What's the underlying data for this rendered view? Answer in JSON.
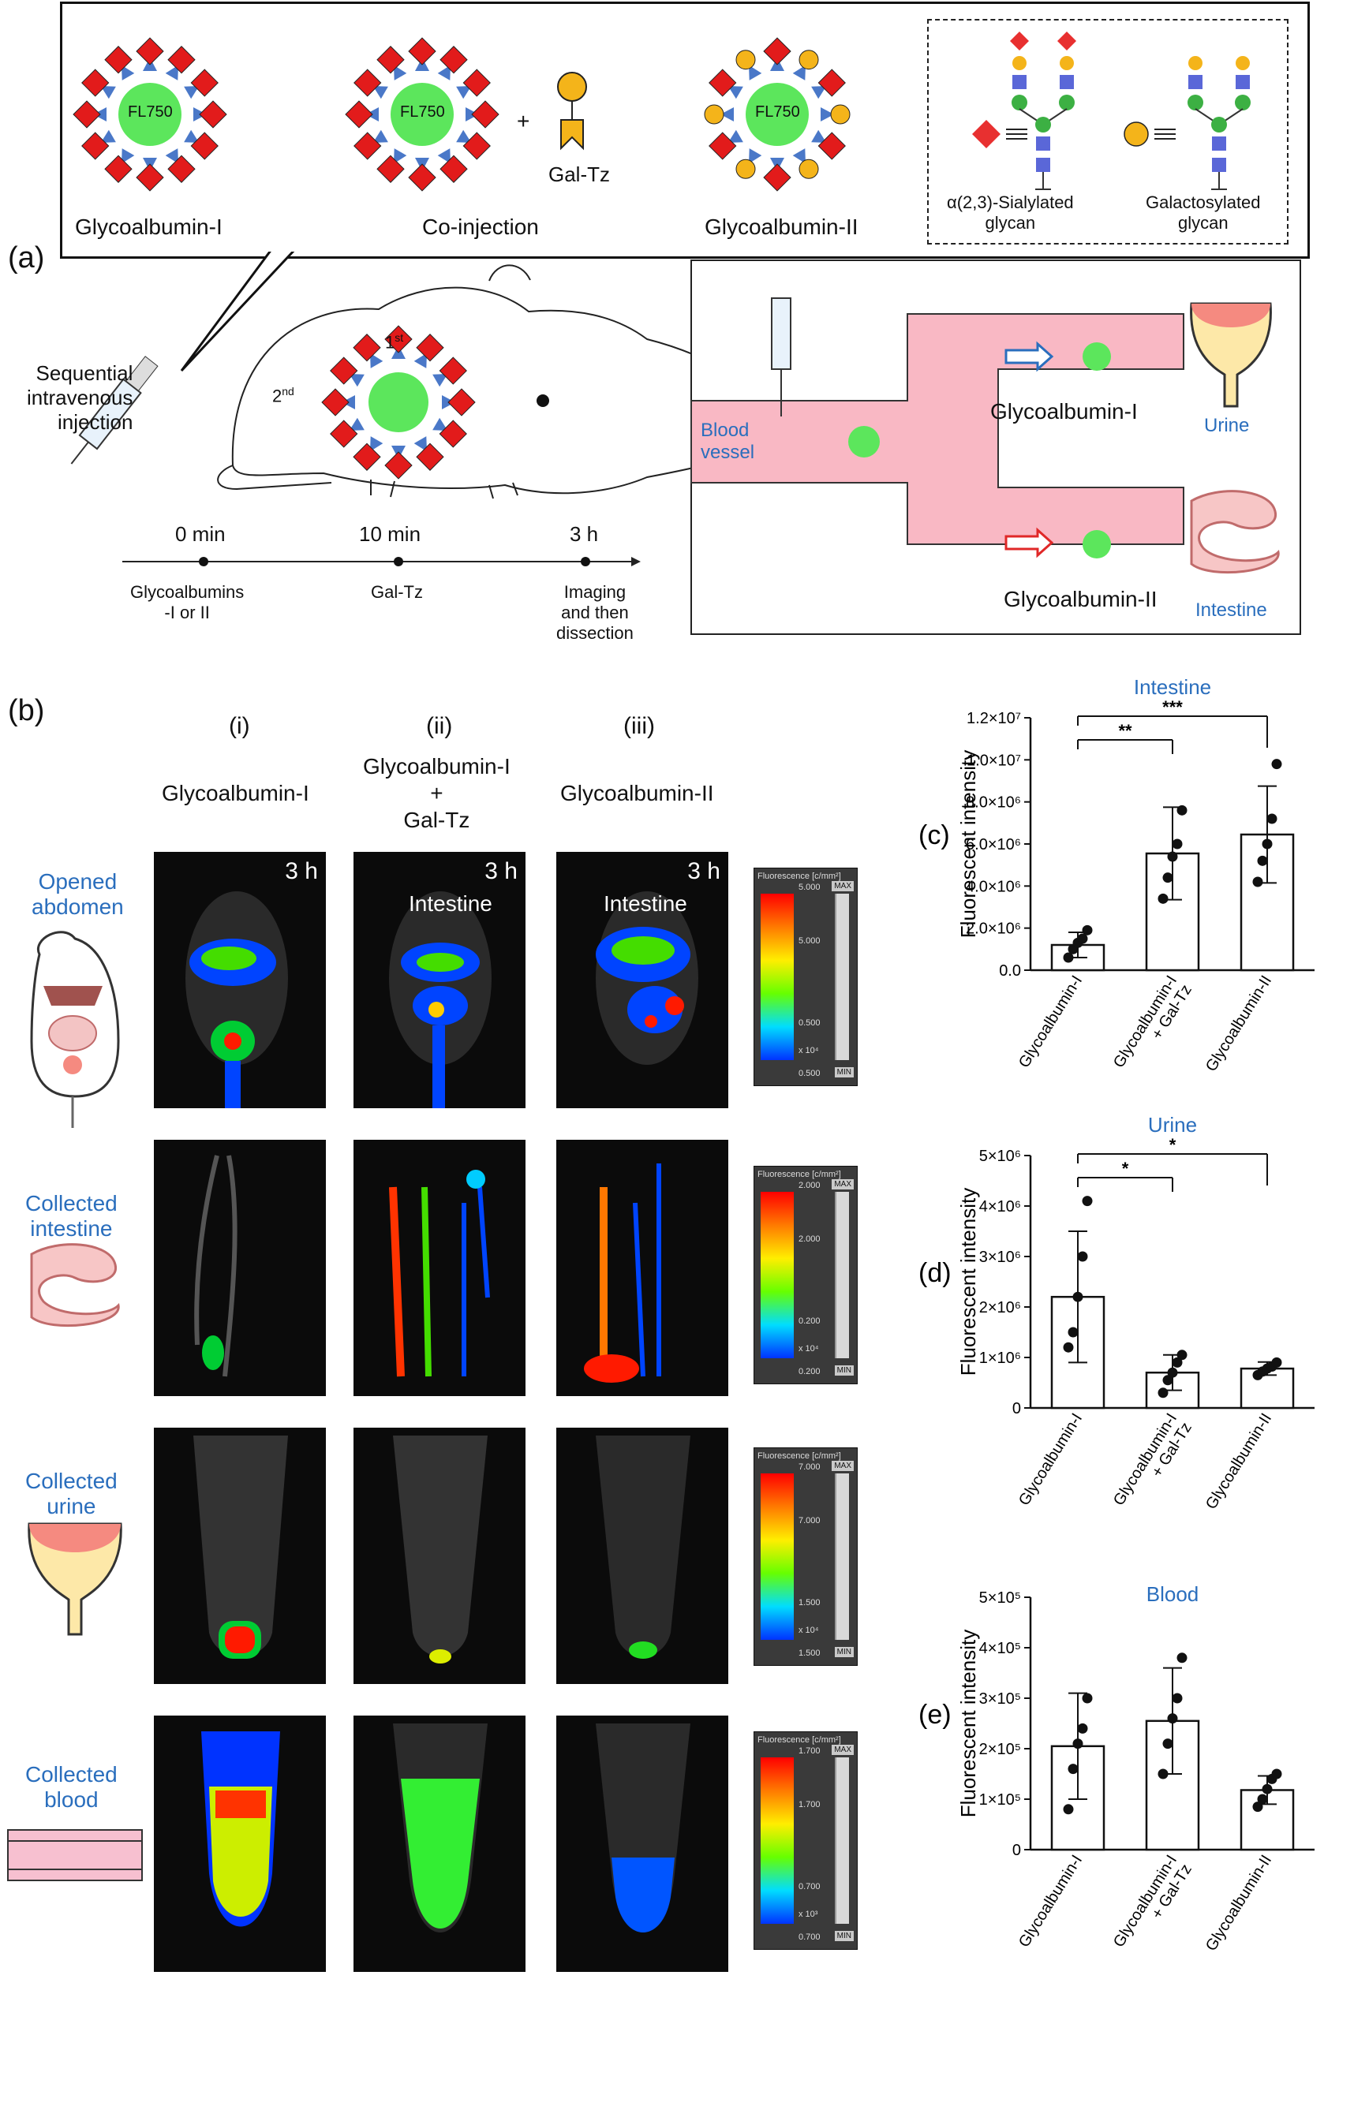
{
  "panel_a": {
    "letter": "(a)",
    "glycoalbumin1": "Glycoalbumin-I",
    "coinjection": "Co-injection",
    "glycoalbumin2": "Glycoalbumin-II",
    "fl750": "FL750",
    "plus": "+",
    "gal_tz": "Gal-Tz",
    "sialylated": "α(2,3)-Sialylated\nglycan",
    "galactosylated": "Galactosylated\nglycan",
    "sequential": "Sequential\nintravenous\ninjection",
    "first": "1",
    "first_sup": "st",
    "second": "2",
    "second_sup": "nd",
    "timeline": [
      {
        "time": "0 min",
        "desc": "Glycoalbumins\n-I or II"
      },
      {
        "time": "10 min",
        "desc": "Gal-Tz"
      },
      {
        "time": "3 h",
        "desc": "Imaging\nand then\ndissection"
      }
    ],
    "blood_vessel": "Blood\nvessel",
    "glyco1_route": "Glycoalbumin-I",
    "glyco2_route": "Glycoalbumin-II",
    "urine": "Urine",
    "intestine": "Intestine"
  },
  "panel_b": {
    "letter": "(b)",
    "columns": [
      {
        "roman": "(i)",
        "title": "Glycoalbumin-I"
      },
      {
        "roman": "(ii)",
        "title": "Glycoalbumin-I\n+\nGal-Tz"
      },
      {
        "roman": "(iii)",
        "title": "Glycoalbumin-II"
      }
    ],
    "rows": [
      {
        "label": "Opened\nabdomen"
      },
      {
        "label": "Collected\nintestine"
      },
      {
        "label": "Collected\nurine"
      },
      {
        "label": "Collected\nblood"
      }
    ],
    "time_tag": "3 h",
    "intestine_tag": "Intestine",
    "scalebars": [
      {
        "header": "Fluorescence [c/mm²]",
        "max": "5.000",
        "top": "5.000",
        "mid": "0.500",
        "exp": "x 10⁴",
        "min": "0.500"
      },
      {
        "header": "Fluorescence [c/mm²]",
        "max": "2.000",
        "top": "2.000",
        "mid": "0.200",
        "exp": "x 10⁴",
        "min": "0.200"
      },
      {
        "header": "Fluorescence [c/mm²]",
        "max": "7.000",
        "top": "7.000",
        "mid": "1.500",
        "exp": "x 10⁴",
        "min": "1.500"
      },
      {
        "header": "Fluorescence [c/mm²]",
        "max": "1.700",
        "top": "1.700",
        "mid": "0.700",
        "exp": "x 10³",
        "min": "0.700"
      }
    ],
    "max_btn": "MAX",
    "min_btn": "MIN"
  },
  "chart_data": [
    {
      "letter": "(c)",
      "type": "bar",
      "title": "Intestine",
      "ylabel": "Fluorescent intensity",
      "categories": [
        "Glycoalbumin-I",
        "Glycoalbumin-I\n+ Gal-Tz",
        "Glycoalbumin-II"
      ],
      "values": [
        1200000,
        5550000,
        6450000
      ],
      "errors": [
        600000,
        2200000,
        2300000
      ],
      "points": [
        [
          600000,
          1000000,
          1300000,
          1500000,
          1900000
        ],
        [
          3400000,
          4400000,
          5400000,
          6000000,
          7600000
        ],
        [
          4200000,
          5200000,
          6000000,
          7200000,
          9800000
        ]
      ],
      "ylim": [
        0,
        12000000
      ],
      "ticks": [
        "0.0",
        "2.0×10⁶",
        "4.0×10⁶",
        "6.0×10⁶",
        "8.0×10⁶",
        "1.0×10⁷",
        "1.2×10⁷"
      ],
      "tick_values": [
        0,
        2000000,
        4000000,
        6000000,
        8000000,
        10000000,
        12000000
      ],
      "sig": [
        {
          "from": 0,
          "to": 1,
          "label": "**"
        },
        {
          "from": 0,
          "to": 2,
          "label": "***"
        }
      ]
    },
    {
      "letter": "(d)",
      "type": "bar",
      "title": "Urine",
      "ylabel": "Fluorescent intensity",
      "categories": [
        "Glycoalbumin-I",
        "Glycoalbumin-I\n+ Gal-Tz",
        "Glycoalbumin-II"
      ],
      "values": [
        2200000,
        700000,
        780000
      ],
      "errors": [
        1300000,
        350000,
        130000
      ],
      "points": [
        [
          1200000,
          1500000,
          2200000,
          3000000,
          4100000
        ],
        [
          300000,
          550000,
          700000,
          900000,
          1050000
        ],
        [
          650000,
          720000,
          780000,
          820000,
          900000
        ]
      ],
      "ylim": [
        0,
        5000000
      ],
      "ticks": [
        "0",
        "1×10⁶",
        "2×10⁶",
        "3×10⁶",
        "4×10⁶",
        "5×10⁶"
      ],
      "tick_values": [
        0,
        1000000,
        2000000,
        3000000,
        4000000,
        5000000
      ],
      "sig": [
        {
          "from": 0,
          "to": 1,
          "label": "*"
        },
        {
          "from": 0,
          "to": 2,
          "label": "*"
        }
      ]
    },
    {
      "letter": "(e)",
      "type": "bar",
      "title": "Blood",
      "ylabel": "Fluorescent intensity",
      "categories": [
        "Glycoalbumin-I",
        "Glycoalbumin-I\n+ Gal-Tz",
        "Glycoalbumin-II"
      ],
      "values": [
        205000,
        255000,
        118000
      ],
      "errors": [
        105000,
        105000,
        28000
      ],
      "points": [
        [
          80000,
          160000,
          210000,
          240000,
          300000
        ],
        [
          150000,
          210000,
          260000,
          300000,
          380000
        ],
        [
          85000,
          100000,
          120000,
          140000,
          150000
        ]
      ],
      "ylim": [
        0,
        500000
      ],
      "ticks": [
        "0",
        "1×10⁵",
        "2×10⁵",
        "3×10⁵",
        "4×10⁵",
        "5×10⁵"
      ],
      "tick_values": [
        0,
        100000,
        200000,
        300000,
        400000,
        500000
      ],
      "sig": []
    }
  ]
}
